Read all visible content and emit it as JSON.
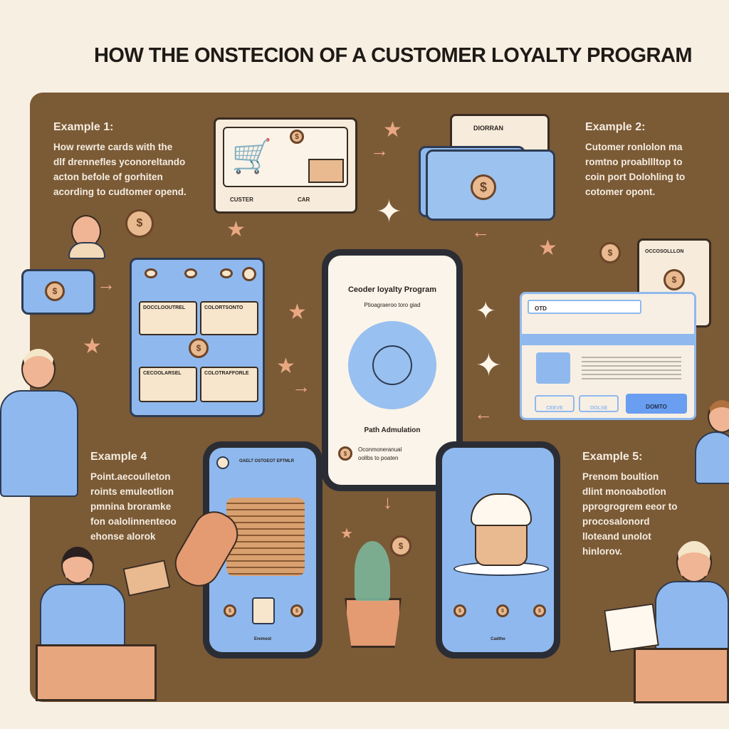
{
  "title": "HOW  THE  ONSTECION OF   A CUSTOMER  LOYALTY PROGRAM",
  "examples": [
    {
      "heading": "Example 1:",
      "lines": [
        "How rewrte cards with the",
        "dlf drennefles yconoreltando",
        "acton befole of gorhiten",
        "acording to cudtomer opend."
      ]
    },
    {
      "heading": "Example 2:",
      "lines": [
        "Cutomer ronlolon ma",
        "romtno proabllltop to",
        "coin port Dolohling to",
        "cotomer opont."
      ]
    },
    {
      "heading": "Example 4",
      "lines": [
        "Point.aecoulleton",
        "roints emuleotlion",
        "pmnina broramke",
        "fon oalolinnenteoo",
        "ehonse alorok"
      ]
    },
    {
      "heading": "Example 5:",
      "lines": [
        "Prenom boultion",
        "dlint monoabotlon",
        "pprogrogrem eeor to",
        "procosalonord",
        "lloteand unolot",
        "hinlorov."
      ]
    }
  ],
  "center_phone": {
    "title": "Ceoder loyalty Program",
    "subtitle": "Ptioagraeroo toro giad",
    "label": "Path Admulation",
    "footer_lines": [
      "Oconmoneranual",
      "oollbs to poaten"
    ]
  },
  "top_card": {
    "labels": [
      "CUSTER",
      "CAR"
    ]
  },
  "top_right_card": {
    "label": "DIORRAN"
  },
  "right_card": {
    "label": "OCCOSOLLLON"
  },
  "browser": {
    "address": "OTD",
    "buttons": [
      "CEEVE",
      "OOLSE",
      "DOMTO"
    ]
  },
  "left_panel": {
    "boxes": [
      "DOCCLOOUTREL",
      "COLORTSONTO",
      "CECOOLARSEL",
      "COLOTRAFFORLE"
    ]
  },
  "phone4": {
    "top_label": "OAELT OSTOEOT EPTMLR",
    "bottom_label": "Eremoot"
  },
  "phone5": {
    "bottom_label": "Cadtho"
  },
  "coin_symbol": "$",
  "colors": {
    "background": "#f8efe3",
    "panel": "#7b5a36",
    "accent_blue": "#8fb9ee",
    "accent_peach": "#e9a882"
  }
}
